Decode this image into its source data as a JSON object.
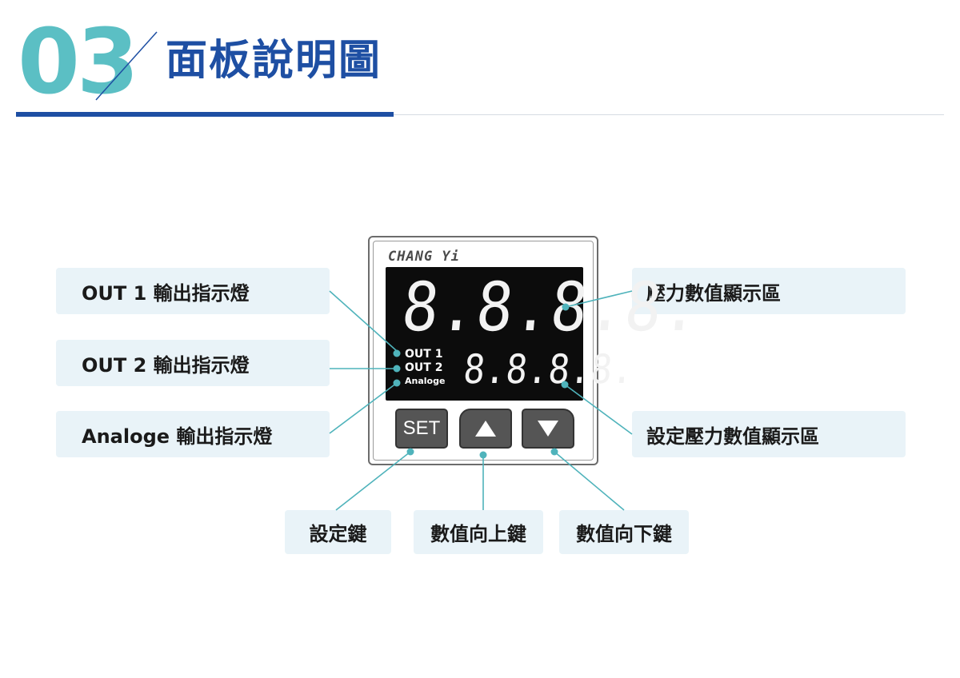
{
  "header": {
    "number": "03",
    "title": "面板說明圖"
  },
  "device": {
    "brand": "CHANG Yi",
    "main_display": "8.8.8.8.",
    "sub_display": "8.8.8.8.",
    "indicators": [
      "OUT 1",
      "OUT 2",
      "Analoge"
    ],
    "buttons": {
      "set": "SET",
      "up": "▲",
      "down": "▼"
    }
  },
  "callouts": {
    "out1": "OUT 1  輸出指示燈",
    "out2": "OUT 2  輸出指示燈",
    "analoge": "Analoge 輸出指示燈",
    "pressure_display": "壓力數值顯示區",
    "set_pressure_display": "設定壓力數值顯示區",
    "set_key": "設定鍵",
    "up_key": "數值向上鍵",
    "down_key": "數值向下鍵"
  },
  "colors": {
    "accent_teal": "#5bbfc4",
    "accent_blue": "#1e4fa3",
    "callout_bg": "#e9f3f8",
    "leader_line": "#4fb3bb"
  }
}
